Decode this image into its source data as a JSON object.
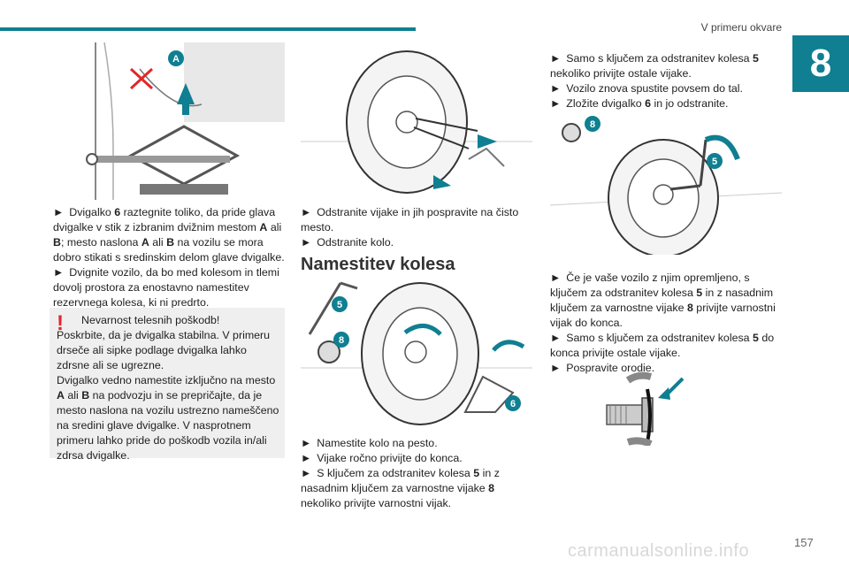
{
  "header": {
    "chapter_title": "V primeru okvare",
    "chapter_number": "8",
    "accent_color": "#0f7f91"
  },
  "col1": {
    "figure_callouts": {
      "a": "A"
    },
    "p1_pre": "Dvigalko ",
    "p1_num": "6",
    "p1_mid": " raztegnite toliko, da pride glava dvigalke v stik z izbranim dvižnim mestom ",
    "p1_a": "A",
    "p1_or": " ali ",
    "p1_b": "B",
    "p1_mid2": "; mesto naslona ",
    "p1_a2": "A",
    "p1_or2": " ali ",
    "p1_b2": "B",
    "p1_end": " na vozilu se mora dobro stikati s sredinskim delom glave dvigalke.",
    "p2": "Dvignite vozilo, da bo med kolesom in tlemi dovolj prostora za enostavno namestitev rezervnega kolesa, ki ni predrto.",
    "warning": {
      "icon": "!",
      "title": "Nevarnost telesnih poškodb!",
      "line2": "Poskrbite, da je dvigalka stabilna. V primeru drseče ali sipke podlage dvigalka lahko zdrsne ali se ugrezne.",
      "line3_pre": "Dvigalko vedno namestite izključno na mesto ",
      "line3_a": "A",
      "line3_or": " ali ",
      "line3_b": "B",
      "line3_end": " na podvozju in se prepričajte, da je mesto naslona na vozilu ustrezno nameščeno na sredini glave dvigalke. V nasprotnem primeru lahko pride do poškodb vozila in/ali zdrsa dvigalke."
    }
  },
  "col2": {
    "p1": "Odstranite vijake in jih pospravite na čisto mesto.",
    "p2": "Odstranite kolo.",
    "heading": "Namestitev kolesa",
    "figure_callouts": {
      "five": "5",
      "eight": "8",
      "six": "6"
    },
    "p3": "Namestite kolo na pesto.",
    "p4": "Vijake ročno privijte do konca.",
    "p5_pre": "S ključem za odstranitev kolesa ",
    "p5_five": "5",
    "p5_mid": " in z nasadnim ključem za varnostne vijake ",
    "p5_eight": "8",
    "p5_end": " nekoliko privijte varnostni vijak."
  },
  "col3": {
    "p1_pre": "Samo s ključem za odstranitev kolesa ",
    "p1_five": "5",
    "p1_end": " nekoliko privijte ostale vijake.",
    "p2": "Vozilo znova spustite povsem do tal.",
    "p3_pre": "Zložite dvigalko ",
    "p3_six": "6",
    "p3_end": " in jo odstranite.",
    "figure_callouts": {
      "eight": "8",
      "five": "5"
    },
    "p4_pre": "Če je vaše vozilo z njim opremljeno, s ključem za odstranitev kolesa ",
    "p4_five": "5",
    "p4_mid": " in z nasadnim ključem za varnostne vijake ",
    "p4_eight": "8",
    "p4_end": " privijte varnostni vijak do konca.",
    "p5_pre": "Samo s ključem za odstranitev kolesa ",
    "p5_five": "5",
    "p5_end": " do konca privijte ostale vijake.",
    "p6": "Pospravite orodje."
  },
  "footer": {
    "page_number": "157",
    "watermark": "carmanualsonline.info"
  },
  "bullet": "►"
}
